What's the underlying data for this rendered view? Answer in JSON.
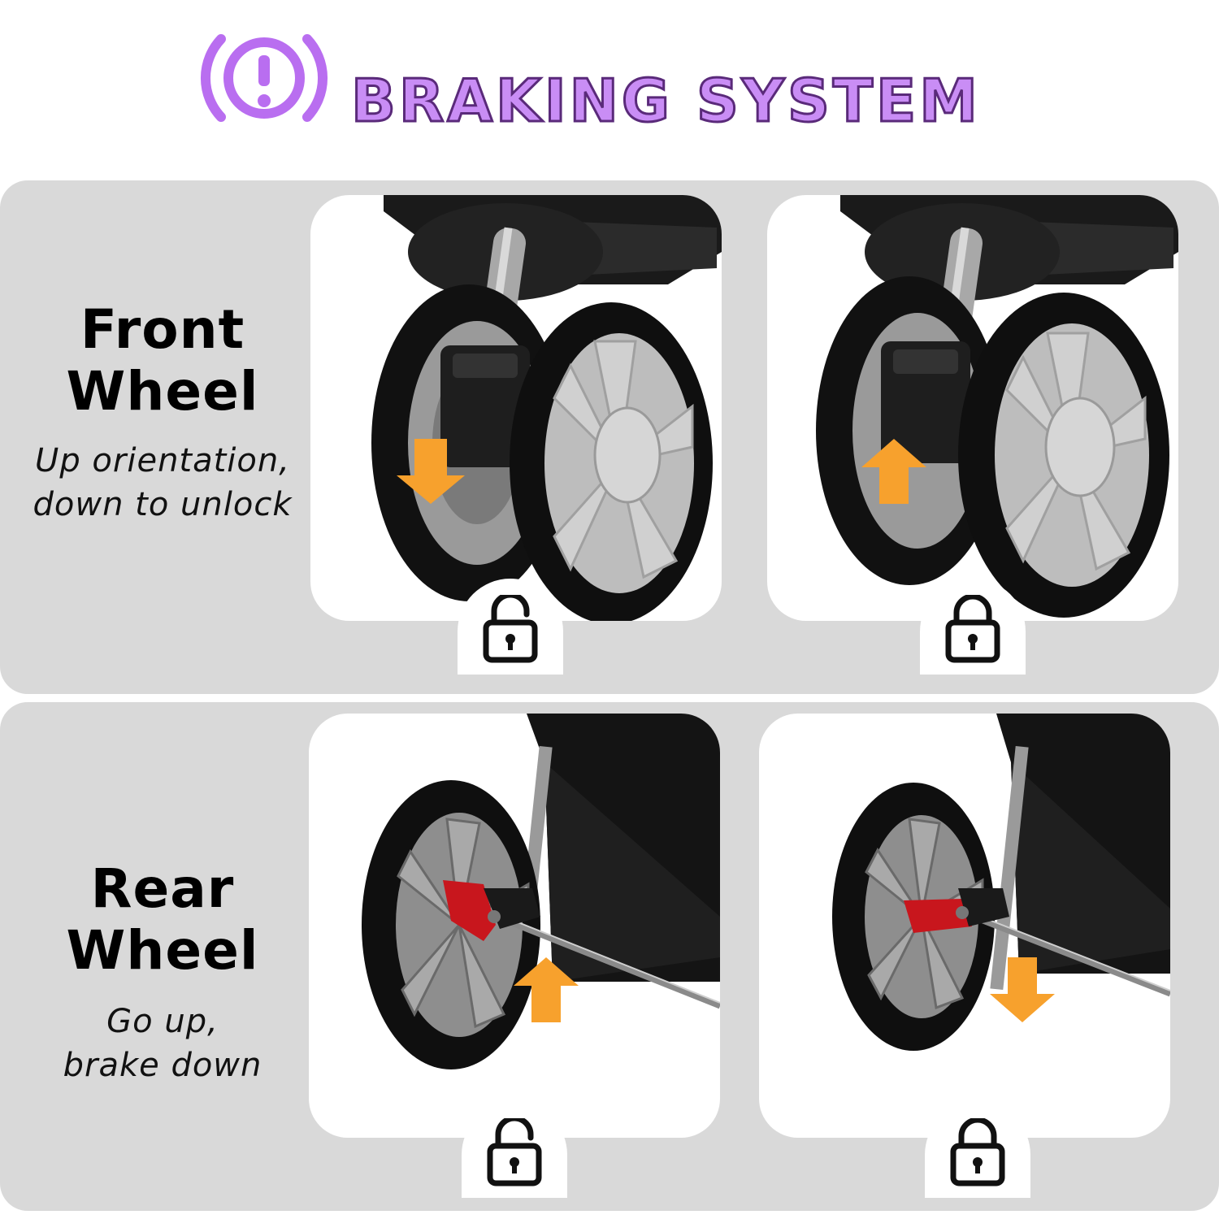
{
  "header": {
    "title": "BRAKING SYSTEM",
    "icon": "brake-warning-icon",
    "accent_color": "#c98df5"
  },
  "front": {
    "title_line1": "Front",
    "title_line2": "Wheel",
    "desc_line1": "Up orientation,",
    "desc_line2": "down to unlock",
    "left_photo": {
      "arrow": "down",
      "lock_icon": "unlocked-padlock-icon"
    },
    "right_photo": {
      "arrow": "up",
      "lock_icon": "locked-padlock-icon"
    }
  },
  "rear": {
    "title_line1": "Rear",
    "title_line2": "Wheel",
    "desc_line1": "Go up,",
    "desc_line2": "brake down",
    "left_photo": {
      "arrow": "up",
      "lock_icon": "unlocked-padlock-icon"
    },
    "right_photo": {
      "arrow": "down",
      "lock_icon": "locked-padlock-icon"
    }
  },
  "colors": {
    "panel": "#d9d9d9",
    "arrow": "#f7a12d",
    "brake_pedal": "#c8161d"
  }
}
